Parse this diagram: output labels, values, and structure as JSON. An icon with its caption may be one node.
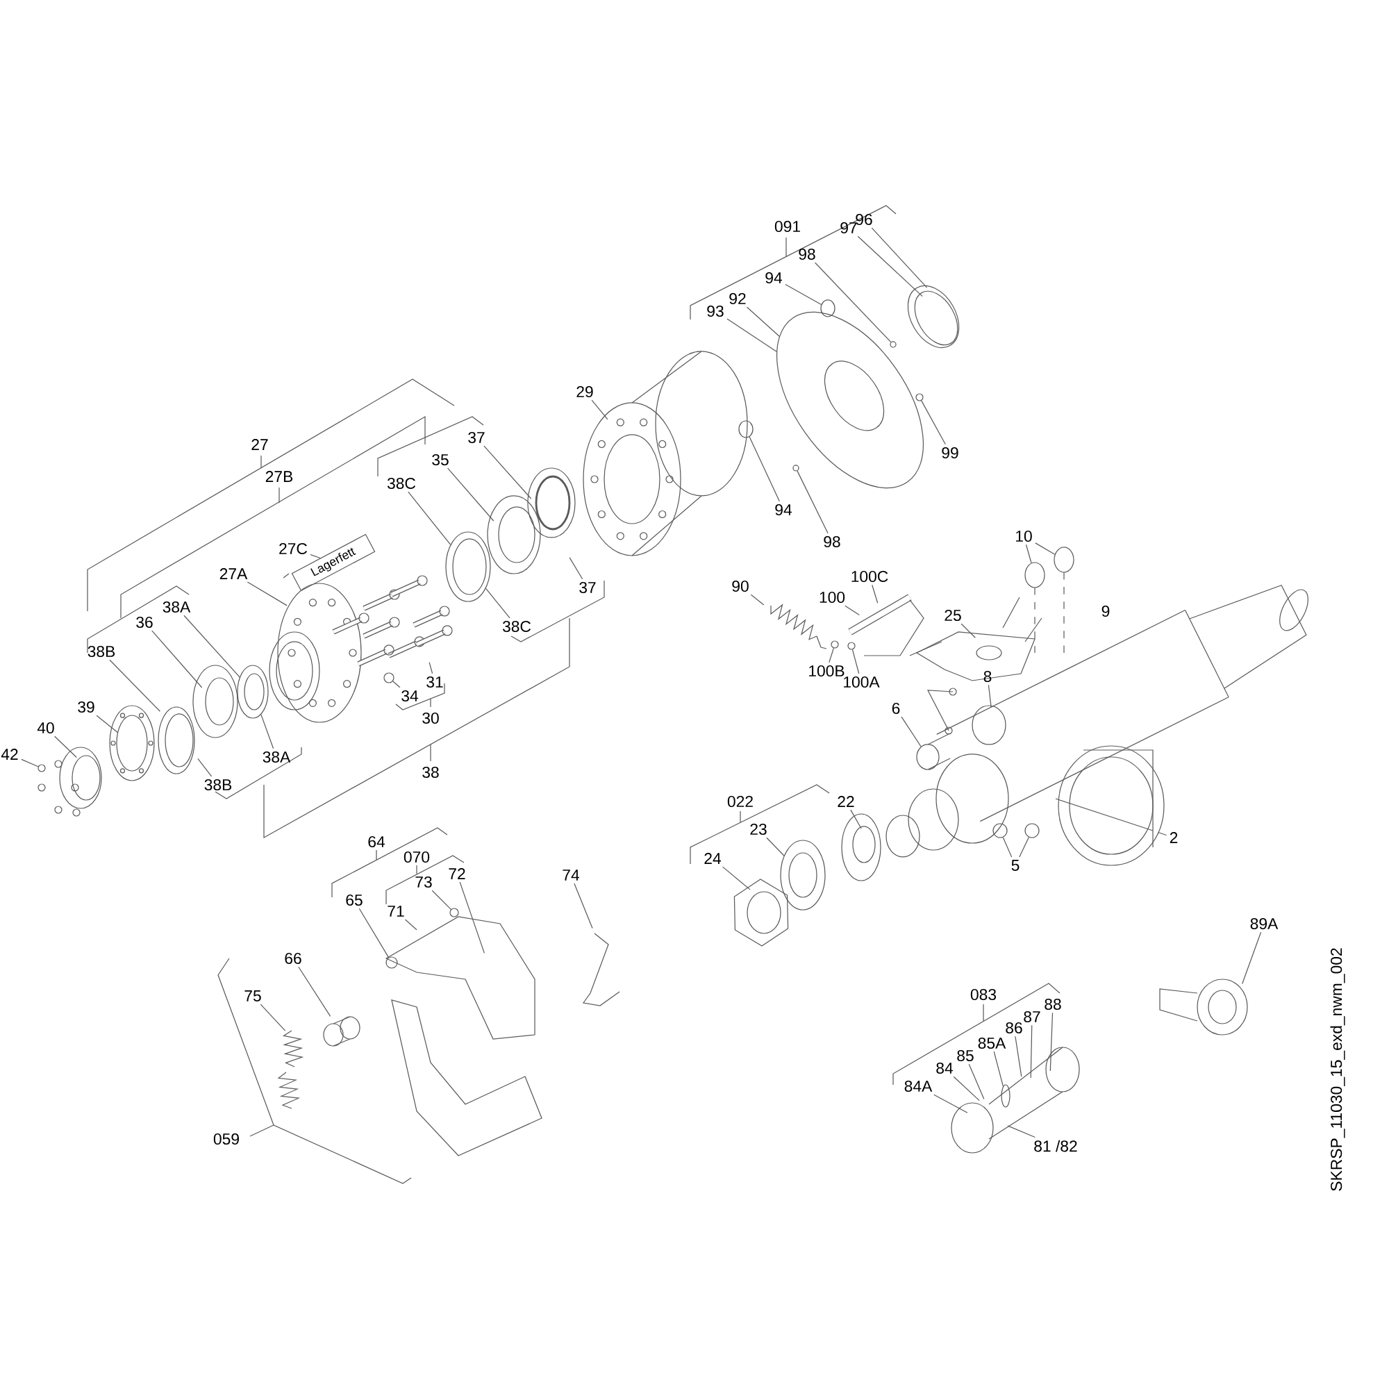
{
  "diagram": {
    "nodes": [
      {
        "text": [
          "96"
        ]
      },
      {
        "text": [
          "97"
        ]
      },
      {
        "text": [
          "98"
        ]
      },
      {
        "text": [
          "94"
        ]
      },
      {
        "text": [
          "92"
        ]
      },
      {
        "text": [
          "93"
        ]
      },
      {
        "text": [
          "29"
        ]
      },
      {
        "text": [
          "37"
        ]
      },
      {
        "text": [
          "99"
        ]
      },
      {
        "text": [
          "35"
        ]
      },
      {
        "text": [
          "38C"
        ]
      },
      {
        "text": [
          "94"
        ]
      },
      {
        "text": [
          "10"
        ]
      },
      {
        "text": [
          "98"
        ]
      },
      {
        "text": [
          "27C"
        ]
      },
      {
        "text": [
          "27A"
        ]
      },
      {
        "text": [
          "100C"
        ]
      },
      {
        "text": [
          "90"
        ]
      },
      {
        "text": [
          "37"
        ]
      },
      {
        "text": [
          "100"
        ]
      },
      {
        "text": [
          "38A"
        ]
      },
      {
        "text": [
          "25"
        ]
      },
      {
        "text": [
          "36"
        ]
      },
      {
        "text": [
          "38C"
        ]
      },
      {
        "text": [
          "38B"
        ]
      },
      {
        "text": [
          "100B"
        ]
      },
      {
        "text": [
          "31"
        ]
      },
      {
        "text": [
          "100A"
        ]
      },
      {
        "text": [
          "8"
        ]
      },
      {
        "text": [
          "34"
        ]
      },
      {
        "text": [
          "39"
        ]
      },
      {
        "text": [
          "6"
        ]
      },
      {
        "text": [
          "40"
        ]
      },
      {
        "text": [
          "42"
        ]
      },
      {
        "text": [
          "38A"
        ]
      },
      {
        "text": [
          "38B"
        ]
      },
      {
        "text": [
          "22"
        ]
      },
      {
        "text": [
          "23"
        ]
      },
      {
        "text": [
          "2"
        ]
      },
      {
        "text": [
          "5"
        ]
      },
      {
        "text": [
          "24"
        ]
      },
      {
        "text": [
          "74"
        ]
      },
      {
        "text": [
          "72"
        ]
      },
      {
        "text": [
          "73"
        ]
      },
      {
        "text": [
          "65"
        ]
      },
      {
        "text": [
          "71"
        ]
      },
      {
        "text": [
          "89A"
        ]
      },
      {
        "text": [
          "66"
        ]
      },
      {
        "text": [
          "75"
        ]
      },
      {
        "text": [
          "88"
        ]
      },
      {
        "text": [
          "87"
        ]
      },
      {
        "text": [
          "86"
        ]
      },
      {
        "text": [
          "85A"
        ]
      },
      {
        "text": [
          "85"
        ]
      },
      {
        "text": [
          "84"
        ]
      },
      {
        "text": [
          "84A"
        ]
      },
      {
        "text": [
          "81 /82"
        ]
      },
      {
        "text": [],
        "shape": "circle"
      },
      {
        "text": [],
        "shape": "circle"
      },
      {
        "text": [],
        "shape": "circle"
      },
      {
        "text": [],
        "shape": "circle"
      },
      {
        "text": [],
        "shape": "circle"
      },
      {
        "text": [],
        "shape": "circle"
      },
      {
        "text": [],
        "shape": "circle"
      },
      {
        "text": [],
        "shape": "circle"
      },
      {
        "text": [],
        "shape": "circle"
      },
      {
        "text": [
          "Lagerfett"
        ]
      },
      {
        "text": [],
        "shape": "circle"
      },
      {
        "text": [],
        "shape": "circle"
      },
      {
        "text": [],
        "shape": "circle"
      },
      {
        "text": [],
        "shape": "circle"
      },
      {
        "text": [],
        "shape": "circle"
      },
      {
        "text": [],
        "shape": "circle"
      },
      {
        "text": [],
        "shape": "circle"
      },
      {
        "text": [],
        "shape": "circle"
      },
      {
        "text": [],
        "shape": "circle"
      },
      {
        "text": [],
        "shape": "circle"
      },
      {
        "text": [],
        "shape": "circle"
      },
      {
        "text": [],
        "shape": "circle"
      }
    ],
    "edges": [
      {
        "from": 0,
        "to": null,
        "arrow": "none"
      },
      {
        "from": 1,
        "to": null,
        "arrow": "none"
      },
      {
        "from": 2,
        "to": 59,
        "arrow": "none"
      },
      {
        "from": 3,
        "to": 58,
        "arrow": "none"
      },
      {
        "from": 4,
        "to": 57,
        "arrow": "none"
      },
      {
        "from": 5,
        "to": 57,
        "arrow": "none"
      },
      {
        "from": 6,
        "to": null,
        "arrow": "none"
      },
      {
        "from": 7,
        "to": null,
        "arrow": "none"
      },
      {
        "from": 8,
        "to": 60,
        "arrow": "none"
      },
      {
        "from": 9,
        "to": null,
        "arrow": "none"
      },
      {
        "from": 10,
        "to": 61,
        "arrow": "none"
      },
      {
        "from": 11,
        "to": 62,
        "arrow": "none"
      },
      {
        "from": 12,
        "to": 63,
        "arrow": "none"
      },
      {
        "from": 12,
        "to": 64,
        "arrow": "none"
      },
      {
        "from": 13,
        "to": 65,
        "arrow": "none"
      },
      {
        "from": 14,
        "to": 66,
        "arrow": "none"
      },
      {
        "from": 15,
        "to": null,
        "arrow": "none"
      },
      {
        "from": 16,
        "to": null,
        "arrow": "none"
      },
      {
        "from": 17,
        "to": null,
        "arrow": "none"
      },
      {
        "from": 18,
        "to": null,
        "arrow": "none"
      },
      {
        "from": 19,
        "to": null,
        "arrow": "none"
      },
      {
        "from": 20,
        "to": 72,
        "arrow": "none"
      },
      {
        "from": 21,
        "to": null,
        "arrow": "none"
      },
      {
        "from": 22,
        "to": null,
        "arrow": "none"
      },
      {
        "from": 23,
        "to": 61,
        "arrow": "none"
      },
      {
        "from": 24,
        "to": null,
        "arrow": "none"
      },
      {
        "from": 25,
        "to": 67,
        "arrow": "none"
      },
      {
        "from": 26,
        "to": null,
        "arrow": "none"
      },
      {
        "from": 27,
        "to": 68,
        "arrow": "none"
      },
      {
        "from": 28,
        "to": null,
        "arrow": "none"
      },
      {
        "from": 29,
        "to": 69,
        "arrow": "none"
      },
      {
        "from": 30,
        "to": null,
        "arrow": "none"
      },
      {
        "from": 31,
        "to": 70,
        "arrow": "none"
      },
      {
        "from": 32,
        "to": null,
        "arrow": "none"
      },
      {
        "from": 33,
        "to": 71,
        "arrow": "none"
      },
      {
        "from": 34,
        "to": 72,
        "arrow": "none"
      },
      {
        "from": 35,
        "to": null,
        "arrow": "none"
      },
      {
        "from": 36,
        "to": null,
        "arrow": "none"
      },
      {
        "from": 37,
        "to": 73,
        "arrow": "none"
      },
      {
        "from": 38,
        "to": null,
        "arrow": "none"
      },
      {
        "from": 39,
        "to": 74,
        "arrow": "none"
      },
      {
        "from": 39,
        "to": 75,
        "arrow": "none"
      },
      {
        "from": 40,
        "to": null,
        "arrow": "none"
      },
      {
        "from": 41,
        "to": null,
        "arrow": "none"
      },
      {
        "from": 42,
        "to": null,
        "arrow": "none"
      },
      {
        "from": 43,
        "to": 76,
        "arrow": "none"
      },
      {
        "from": 44,
        "to": 77,
        "arrow": "none"
      },
      {
        "from": 45,
        "to": null,
        "arrow": "none"
      },
      {
        "from": 46,
        "to": null,
        "arrow": "none"
      },
      {
        "from": 47,
        "to": null,
        "arrow": "none"
      },
      {
        "from": 48,
        "to": null,
        "arrow": "none"
      },
      {
        "from": 49,
        "to": null,
        "arrow": "none"
      },
      {
        "from": 50,
        "to": null,
        "arrow": "none"
      },
      {
        "from": 51,
        "to": null,
        "arrow": "none"
      },
      {
        "from": 52,
        "to": 78,
        "arrow": "none"
      },
      {
        "from": 53,
        "to": null,
        "arrow": "none"
      },
      {
        "from": 54,
        "to": null,
        "arrow": "none"
      },
      {
        "from": 55,
        "to": null,
        "arrow": "none"
      },
      {
        "from": 56,
        "to": null,
        "arrow": "none"
      }
    ],
    "labels": [
      "091",
      "27",
      "27B",
      "9",
      "30",
      "38",
      "022",
      "64",
      "070",
      "083",
      "059",
      "SKRSP_11030_15_exd_nwm_002"
    ]
  }
}
